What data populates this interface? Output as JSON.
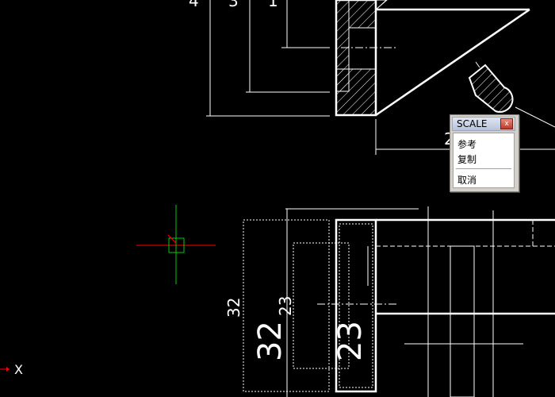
{
  "app": {
    "cursor": {
      "label": "X"
    }
  },
  "context_menu": {
    "title": "SCALE",
    "close_glyph": "x",
    "items": [
      {
        "label": "参考"
      },
      {
        "label": "复制"
      },
      {
        "label": "取消"
      }
    ]
  },
  "dimensions": {
    "d4": "4",
    "d3": "3",
    "d1": "1",
    "d2": "2",
    "d32_small": "32",
    "d23_small": "23",
    "d32_large": "32",
    "d23_large": "23"
  },
  "colors": {
    "background": "#000000",
    "lines": "#ffffff",
    "crosshair_x": "#ff0000",
    "crosshair_y": "#00cc00"
  }
}
